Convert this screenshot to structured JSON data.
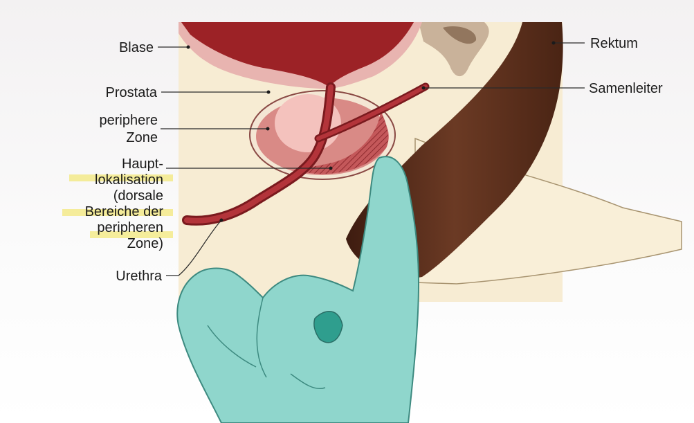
{
  "labels": {
    "blase": "Blase",
    "prostata": "Prostata",
    "periphere_line1": "periphere",
    "periphere_line2": "Zone",
    "haupt_line1": "Haupt-",
    "haupt_line2": "lokalisation",
    "haupt_line3": "(dorsale",
    "haupt_line4": "Bereiche der",
    "haupt_line5": "peripheren",
    "haupt_line6": "Zone)",
    "urethra": "Urethra",
    "rektum": "Rektum",
    "samenleiter": "Samenleiter"
  },
  "colors": {
    "background_panel": "#f7ecd3",
    "bladder": "#9c2226",
    "bladder_wall": "#e8b4b0",
    "prostate_outer": "#d98a86",
    "prostate_inner": "#f4c2bd",
    "rectum": "#5a2f1c",
    "bone": "#c9b29a",
    "glove": "#8fd6cc",
    "highlight": "#f3ea8a"
  },
  "icons": {
    "hand": "gloved-hand-illustration"
  }
}
